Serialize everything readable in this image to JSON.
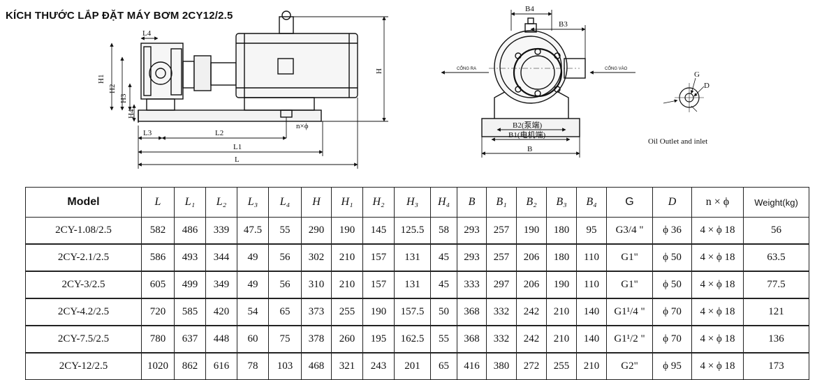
{
  "title": "KÍCH THƯỚC LẮP ĐẶT MÁY BƠM 2CY12/2.5",
  "drawing": {
    "side_labels": {
      "L4": "L4",
      "H1": "H1",
      "H2": "H2",
      "H3": "H3",
      "H4": "H4",
      "L3": "L3",
      "L2": "L2",
      "L1": "L1",
      "L": "L",
      "H": "H",
      "nphi": "n×ϕ"
    },
    "front_labels": {
      "B4": "B4",
      "B3": "B3",
      "outlet": "CỔNG RA",
      "inlet": "CỔNG VÀO",
      "B2": "B2(泵端)",
      "B1": "B1(电机端)",
      "B": "B"
    },
    "detail_labels": {
      "G": "G",
      "D": "D",
      "caption": "Oil Outlet and inlet"
    }
  },
  "table": {
    "headers": [
      "Model",
      "L",
      "L₁",
      "L₂",
      "L₃",
      "L₄",
      "H",
      "H₁",
      "H₂",
      "H₃",
      "H₄",
      "B",
      "B₁",
      "B₂",
      "B₃",
      "B₄",
      "G",
      "D",
      "n × ϕ",
      "Weight(kg)"
    ],
    "rows": [
      [
        "2CY-1.08/2.5",
        "582",
        "486",
        "339",
        "47.5",
        "55",
        "290",
        "190",
        "145",
        "125.5",
        "58",
        "293",
        "257",
        "190",
        "180",
        "95",
        "G3/4 \"",
        "ϕ 36",
        "4 × ϕ 18",
        "56"
      ],
      [
        "2CY-2.1/2.5",
        "586",
        "493",
        "344",
        "49",
        "56",
        "302",
        "210",
        "157",
        "131",
        "45",
        "293",
        "257",
        "206",
        "180",
        "110",
        "G1\"",
        "ϕ 50",
        "4 × ϕ 18",
        "63.5"
      ],
      [
        "2CY-3/2.5",
        "605",
        "499",
        "349",
        "49",
        "56",
        "310",
        "210",
        "157",
        "131",
        "45",
        "333",
        "297",
        "206",
        "190",
        "110",
        "G1\"",
        "ϕ 50",
        "4 × ϕ 18",
        "77.5"
      ],
      [
        "2CY-4.2/2.5",
        "720",
        "585",
        "420",
        "54",
        "65",
        "373",
        "255",
        "190",
        "157.5",
        "50",
        "368",
        "332",
        "242",
        "210",
        "140",
        "G1¹/4 \"",
        "ϕ 70",
        "4 × ϕ 18",
        "121"
      ],
      [
        "2CY-7.5/2.5",
        "780",
        "637",
        "448",
        "60",
        "75",
        "378",
        "260",
        "195",
        "162.5",
        "55",
        "368",
        "332",
        "242",
        "210",
        "140",
        "G1¹/2 \"",
        "ϕ 70",
        "4 × ϕ 18",
        "136"
      ],
      [
        "2CY-12/2.5",
        "1020",
        "862",
        "616",
        "78",
        "103",
        "468",
        "321",
        "243",
        "201",
        "65",
        "416",
        "380",
        "272",
        "255",
        "210",
        "G2\"",
        "ϕ 95",
        "4 × ϕ 18",
        "173"
      ]
    ]
  }
}
